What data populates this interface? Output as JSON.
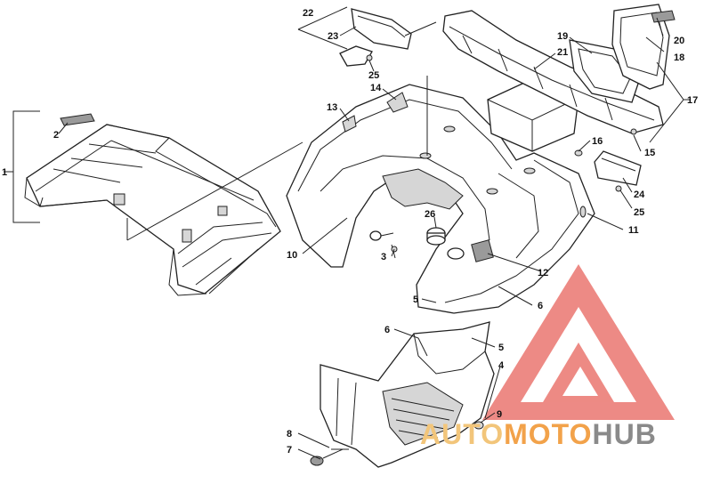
{
  "callouts": [
    {
      "id": "c1",
      "label": "1"
    },
    {
      "id": "c2",
      "label": "2"
    },
    {
      "id": "c3",
      "label": "3"
    },
    {
      "id": "c4",
      "label": "4"
    },
    {
      "id": "c5a",
      "label": "5"
    },
    {
      "id": "c5b",
      "label": "5"
    },
    {
      "id": "c6a",
      "label": "6"
    },
    {
      "id": "c6b",
      "label": "6"
    },
    {
      "id": "c7",
      "label": "7"
    },
    {
      "id": "c8",
      "label": "8"
    },
    {
      "id": "c9",
      "label": "9"
    },
    {
      "id": "c10",
      "label": "10"
    },
    {
      "id": "c11",
      "label": "11"
    },
    {
      "id": "c12",
      "label": "12"
    },
    {
      "id": "c13",
      "label": "13"
    },
    {
      "id": "c14",
      "label": "14"
    },
    {
      "id": "c15",
      "label": "15"
    },
    {
      "id": "c16",
      "label": "16"
    },
    {
      "id": "c17",
      "label": "17"
    },
    {
      "id": "c18",
      "label": "18"
    },
    {
      "id": "c19",
      "label": "19"
    },
    {
      "id": "c20",
      "label": "20"
    },
    {
      "id": "c21",
      "label": "21"
    },
    {
      "id": "c22",
      "label": "22"
    },
    {
      "id": "c23",
      "label": "23"
    },
    {
      "id": "c24",
      "label": "24"
    },
    {
      "id": "c25a",
      "label": "25"
    },
    {
      "id": "c25b",
      "label": "25"
    },
    {
      "id": "c26",
      "label": "26"
    }
  ],
  "watermark": {
    "part1": "AUTO",
    "part2": "MOTO",
    "part3": "HUB",
    "color1": "#f2c57a",
    "color2": "#f2a24a",
    "color3": "#8a8a8a",
    "logo_color": "#e8675f"
  }
}
